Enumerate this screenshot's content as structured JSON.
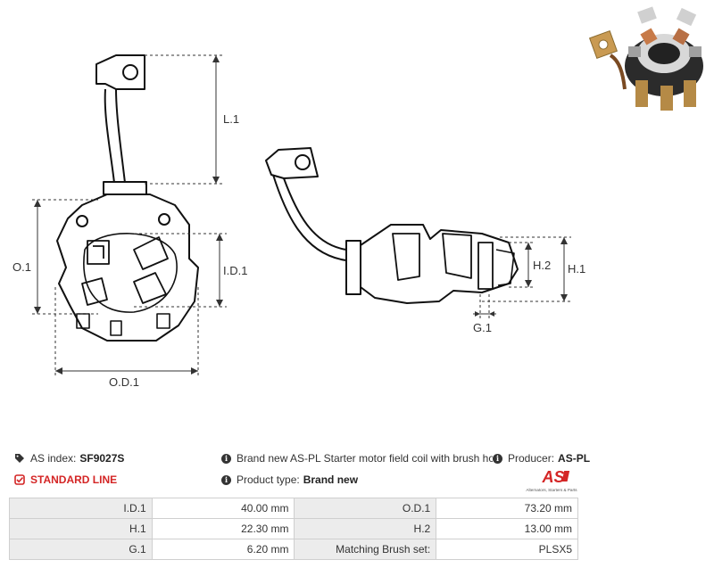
{
  "drawing": {
    "dims": {
      "l1": "L.1",
      "o1": "O.1",
      "id1": "I.D.1",
      "od1": "O.D.1",
      "h1": "H.1",
      "h2": "H.2",
      "g1": "G.1"
    }
  },
  "info": {
    "as_index_label": "AS index:",
    "as_index_value": "SF9027S",
    "line_label": "STANDARD LINE",
    "description": "Brand new AS-PL Starter motor field coil with brush holde",
    "producer_label": "Producer:",
    "producer_value": "AS-PL",
    "product_type_label": "Product type:",
    "product_type_value": "Brand new"
  },
  "logo": {
    "mark": "AS",
    "tagline": "Alternators, Starters & Parts",
    "color": "#d42525"
  },
  "icons": {
    "tag": "tag-icon",
    "info": "info-icon",
    "check": "check-square-icon"
  },
  "specs": [
    {
      "label1": "I.D.1",
      "value1": "40.00 mm",
      "label2": "O.D.1",
      "value2": "73.20 mm"
    },
    {
      "label1": "H.1",
      "value1": "22.30 mm",
      "label2": "H.2",
      "value2": "13.00 mm"
    },
    {
      "label1": "G.1",
      "value1": "6.20 mm",
      "label2": "Matching Brush set:",
      "value2": "PLSX5"
    }
  ]
}
